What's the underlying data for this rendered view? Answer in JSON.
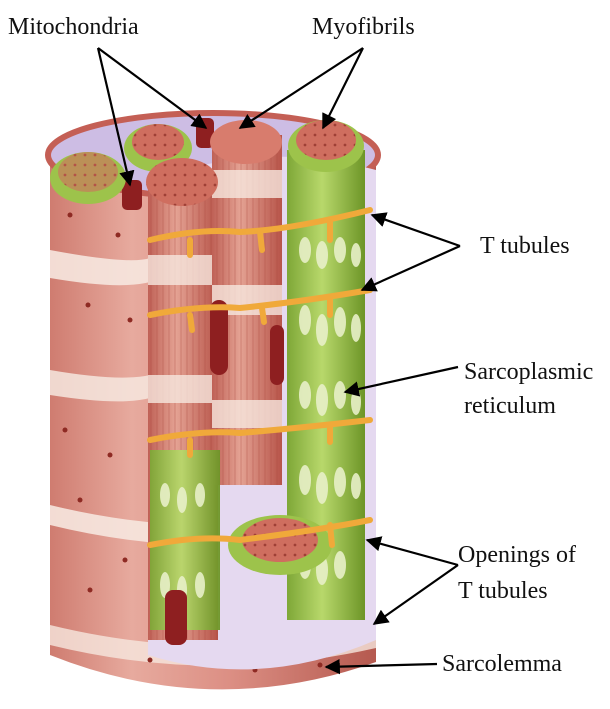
{
  "figure": {
    "labels": {
      "mitochondria": "Mitochondria",
      "myofibrils": "Myofibrils",
      "t_tubules": "T tubules",
      "sarcoplasmic_line1": "Sarcoplasmic",
      "sarcoplasmic_line2": "reticulum",
      "openings_line1": "Openings of",
      "openings_line2": "T tubules",
      "sarcolemma": "Sarcolemma"
    },
    "colors": {
      "muscle_red": "#c8615a",
      "muscle_light": "#e8a79a",
      "band_white": "#f6e7df",
      "sr_green": "#9dc34b",
      "sr_dark_green": "#5f8c22",
      "t_tubule_orange": "#f0a93a",
      "mito_dark_red": "#8e1f20",
      "interior_lavender": "#cdbde4"
    }
  }
}
